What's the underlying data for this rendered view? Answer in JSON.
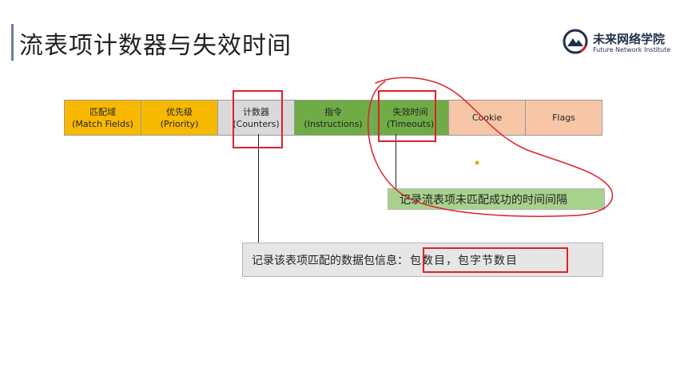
{
  "slide": {
    "title": "流表项计数器与失效时间"
  },
  "logo": {
    "name_cn": "未来网络学院",
    "name_en": "Future Network Institute"
  },
  "fields": [
    {
      "zh": "匹配域",
      "en": "(Match Fields)",
      "color": "#f7b800"
    },
    {
      "zh": "优先级",
      "en": "(Priority)",
      "color": "#f7b800"
    },
    {
      "zh": "计数器",
      "en": "(Counters)",
      "color": "#d9d9d9"
    },
    {
      "zh": "指令",
      "en": "(Instructions)",
      "color": "#6fac46"
    },
    {
      "zh": "失效时间",
      "en": "(Timeouts)",
      "color": "#6fac46"
    },
    {
      "zh": "Cookie",
      "en": "",
      "color": "#f7c6a7"
    },
    {
      "zh": "Flags",
      "en": "",
      "color": "#f7c6a7"
    }
  ],
  "notes": {
    "timeouts": "记录流表项未匹配成功的时间间隔",
    "counters_prefix": "记录该表项匹配的数据包信息：",
    "counters_highlight": "包数目，包字节数目"
  },
  "colors": {
    "annotation_red": "#e0202a",
    "timeouts_note_bg": "#a9d18e",
    "counters_note_bg": "#e7e6e6"
  }
}
